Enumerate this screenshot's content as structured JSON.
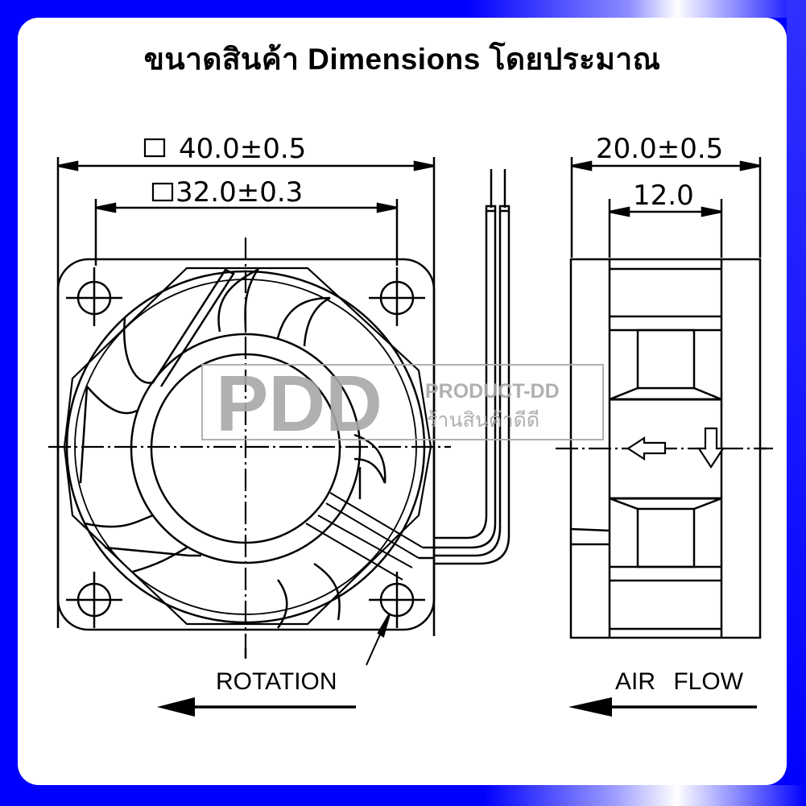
{
  "title": "ขนาดสินค้า Dimensions โดยประมาณ",
  "front_view": {
    "outer_dimension": "40.0±0.5",
    "inner_dimension": "32.0±0.3",
    "square_symbol": "□",
    "rotation_label": "ROTATION"
  },
  "side_view": {
    "depth_dimension": "20.0±0.5",
    "inner_depth": "12.0",
    "airflow_label": "AIR FLOW"
  },
  "watermark": {
    "logo": "PDD",
    "brand": "PRODUCT-DD",
    "thai_name": "ร้านสินค้าดีดี"
  },
  "colors": {
    "frame": "#0000ff",
    "background": "#ffffff",
    "line": "#000000",
    "watermark": "#a8a8a8"
  }
}
